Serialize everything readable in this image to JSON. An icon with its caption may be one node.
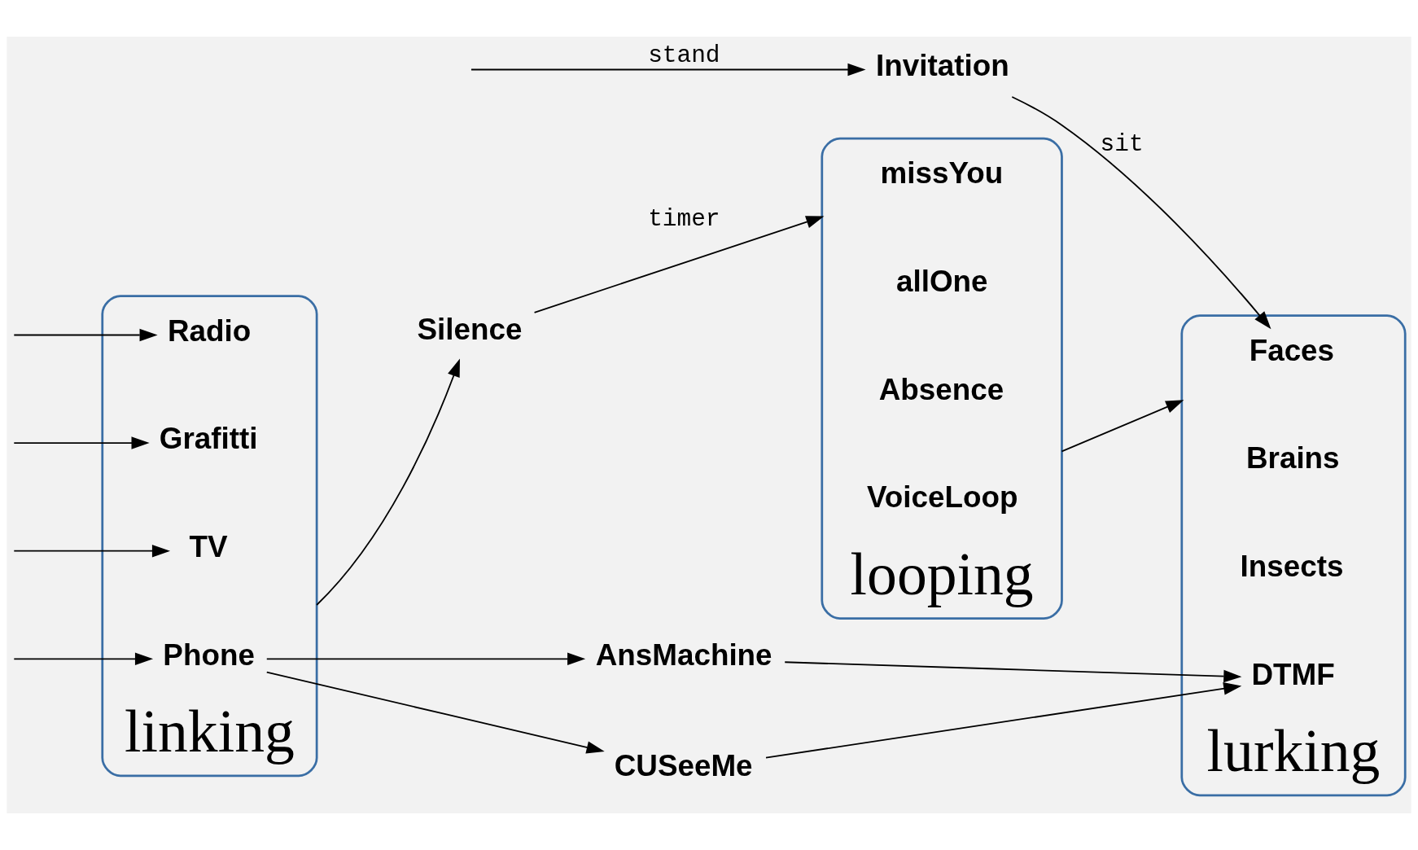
{
  "diagram": {
    "nodes": [
      {
        "text": [
          "linking"
        ]
      },
      {
        "text": [
          "Radio"
        ],
        "in": 0
      },
      {
        "text": [
          "Grafitti"
        ],
        "in": 0
      },
      {
        "text": [
          "TV"
        ],
        "in": 0
      },
      {
        "text": [
          "Phone"
        ],
        "in": 0
      },
      {
        "text": [
          "lurking"
        ]
      },
      {
        "text": [
          "Faces"
        ],
        "in": 5
      },
      {
        "text": [
          "Brains"
        ],
        "in": 5
      },
      {
        "text": [
          "Insects"
        ],
        "in": 5
      },
      {
        "text": [
          "DTMF"
        ],
        "in": 5
      },
      {
        "text": [
          "looping"
        ]
      },
      {
        "text": [
          "missYou"
        ],
        "in": 10
      },
      {
        "text": [
          "allOne"
        ],
        "in": 10
      },
      {
        "text": [
          "Absence"
        ],
        "in": 10
      },
      {
        "text": [
          "VoiceLoop"
        ],
        "in": 10
      },
      {
        "text": [
          "Silence"
        ]
      },
      {
        "text": [
          "Invitation"
        ]
      },
      {
        "text": [
          "AnsMachine"
        ]
      },
      {
        "text": [
          "CUSeeMe"
        ]
      }
    ],
    "edges": [
      {
        "from": null,
        "to": 1,
        "arrow": "to"
      },
      {
        "from": null,
        "to": 2,
        "arrow": "to"
      },
      {
        "from": null,
        "to": 3,
        "arrow": "to"
      },
      {
        "from": null,
        "to": 4,
        "arrow": "to"
      },
      {
        "from": 0,
        "to": 15,
        "arrow": "to"
      },
      {
        "from": null,
        "to": 16,
        "arrow": "to",
        "label": "stand"
      },
      {
        "from": 16,
        "to": 6,
        "arrow": "to",
        "label": "sit"
      },
      {
        "from": 15,
        "to": 10,
        "arrow": "to",
        "label": "timer"
      },
      {
        "from": 4,
        "to": 17,
        "arrow": "to"
      },
      {
        "from": 4,
        "to": 18,
        "arrow": "to"
      },
      {
        "from": 17,
        "to": 9,
        "arrow": "to"
      },
      {
        "from": 18,
        "to": 9,
        "arrow": "to"
      },
      {
        "from": 10,
        "to": 5,
        "arrow": "to"
      }
    ]
  }
}
